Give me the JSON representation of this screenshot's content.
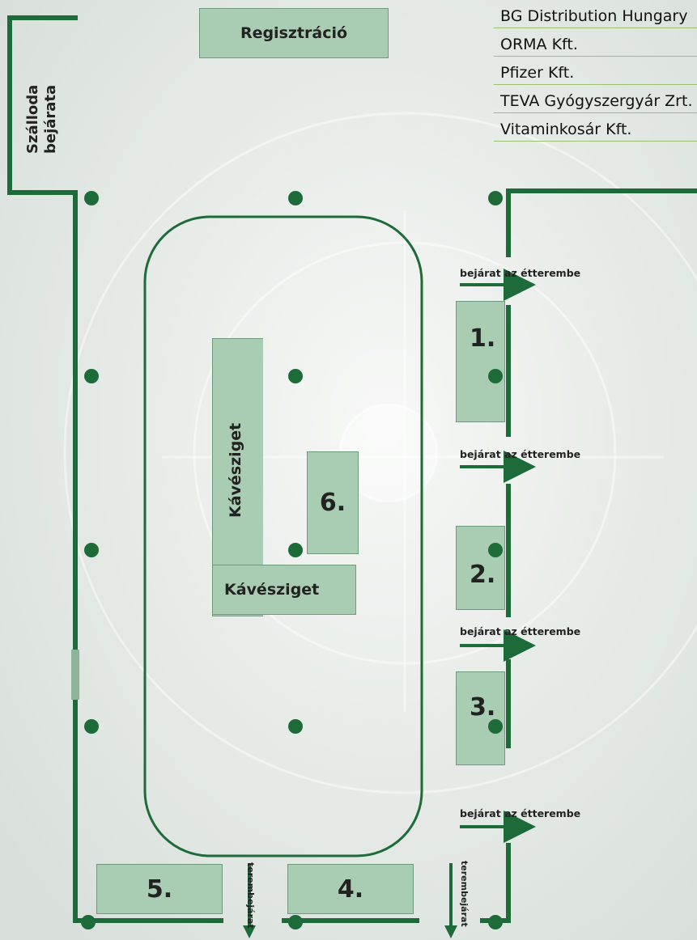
{
  "registration": "Regisztráció",
  "hotel_entrance": [
    "Szálloda",
    "bejárata"
  ],
  "companies": [
    "BG Distribution Hungary",
    "ORMA Kft.",
    "Pfizer Kft.",
    "TEVA Gyógyszergyár Zrt.",
    "Vitaminkosár Kft."
  ],
  "coffee_island_vertical": "Kávésziget",
  "coffee_island_horizontal": "Kávésziget",
  "stands": [
    "1.",
    "2.",
    "3.",
    "4.",
    "5.",
    "6."
  ],
  "restaurant_entrance": "bejárat az étterembe",
  "hall_entrance": "terembejárat",
  "colors": {
    "wall": "#1e6b3a",
    "stand": "#a9cdb2",
    "company_rule": "#9cc06b"
  }
}
